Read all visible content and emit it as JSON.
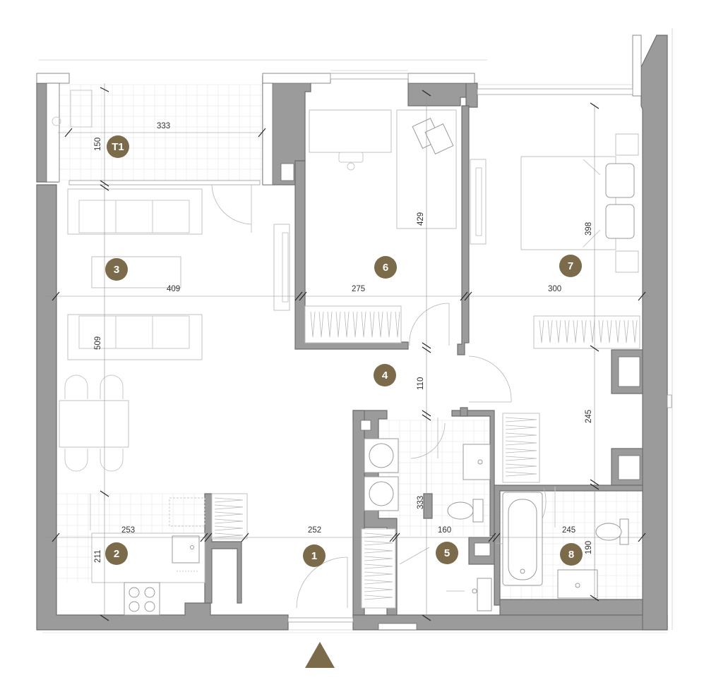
{
  "rooms": [
    {
      "id": "room-1",
      "label": "1"
    },
    {
      "id": "room-2",
      "label": "2"
    },
    {
      "id": "room-3",
      "label": "3"
    },
    {
      "id": "room-4",
      "label": "4"
    },
    {
      "id": "room-5",
      "label": "5"
    },
    {
      "id": "room-6",
      "label": "6"
    },
    {
      "id": "room-7",
      "label": "7"
    },
    {
      "id": "room-8",
      "label": "8"
    },
    {
      "id": "room-t1",
      "label": "T1"
    }
  ],
  "dimensions": {
    "t1_width": "333",
    "t1_depth": "150",
    "living_width": "409",
    "living_depth": "509",
    "bedroom6_width": "275",
    "bedroom6_depth": "429",
    "bedroom7_width": "300",
    "bedroom7_depth": "398",
    "hall_depth": "110",
    "kitchen_width": "253",
    "kitchen_depth": "211",
    "entrance_width": "252",
    "utility_depth": "333",
    "wc_width": "160",
    "corridor_depth": "245",
    "bath_width": "245",
    "bath_depth": "190"
  },
  "entrance_marker": "entrance-arrow"
}
